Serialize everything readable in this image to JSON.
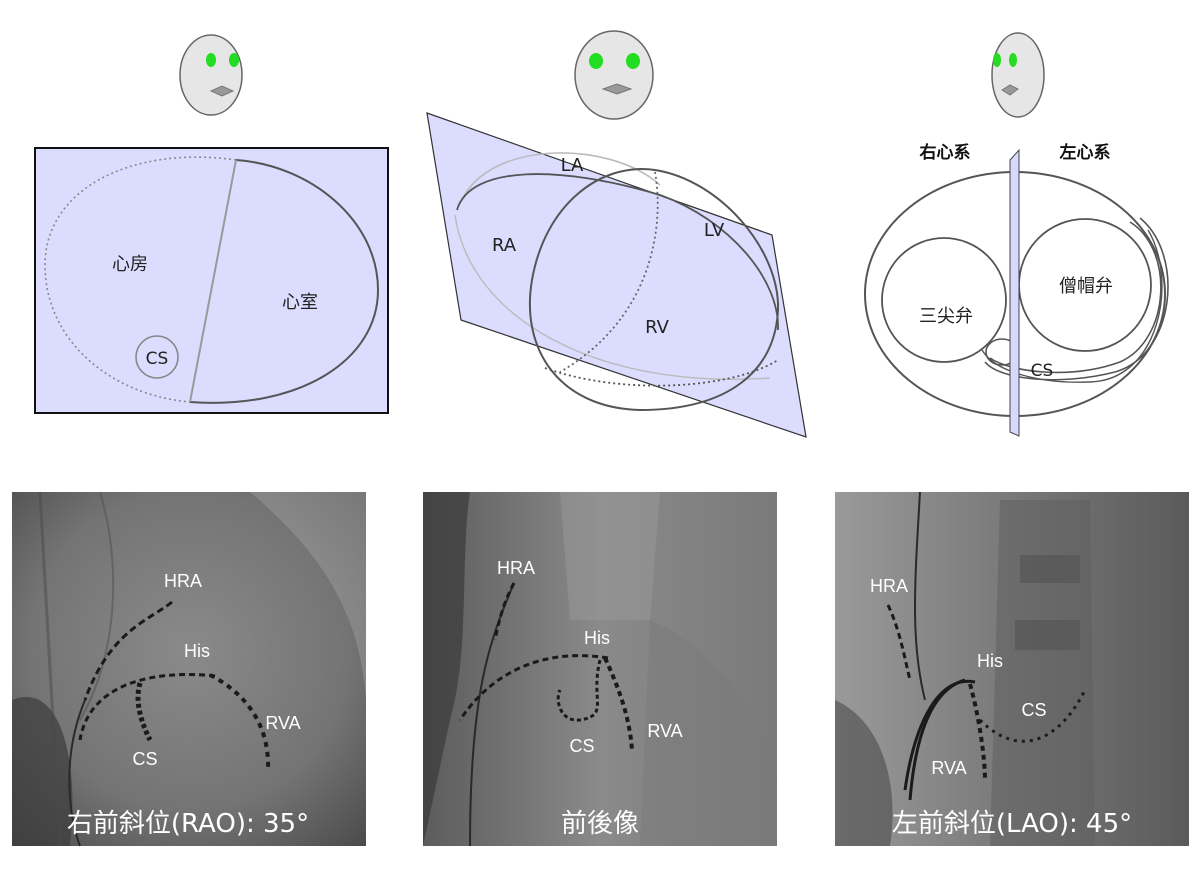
{
  "panels": {
    "rao": {
      "labels": {
        "atrium": "心房",
        "ventricle": "心室",
        "cs": "CS"
      },
      "xray": {
        "hra": "HRA",
        "his": "His",
        "rva": "RVA",
        "cs": "CS",
        "caption": "右前斜位(RAO): 35°"
      }
    },
    "ap": {
      "labels": {
        "la": "LA",
        "ra": "RA",
        "lv": "LV",
        "rv": "RV"
      },
      "xray": {
        "hra": "HRA",
        "his": "His",
        "rva": "RVA",
        "cs": "CS",
        "caption": "前後像"
      }
    },
    "lao": {
      "labels": {
        "right_heart": "右心系",
        "left_heart": "左心系",
        "tricuspid": "三尖弁",
        "mitral": "僧帽弁",
        "cs": "CS"
      },
      "xray": {
        "hra": "HRA",
        "his": "His",
        "cs": "CS",
        "rva": "RVA",
        "caption": "左前斜位(LAO): 45°"
      }
    }
  },
  "colors": {
    "plane_fill": "#dcdcff",
    "outline": "#555555",
    "face_fill": "#e6e6e6",
    "eye": "#22dd22",
    "xray_bg": "#6e6e6e"
  }
}
